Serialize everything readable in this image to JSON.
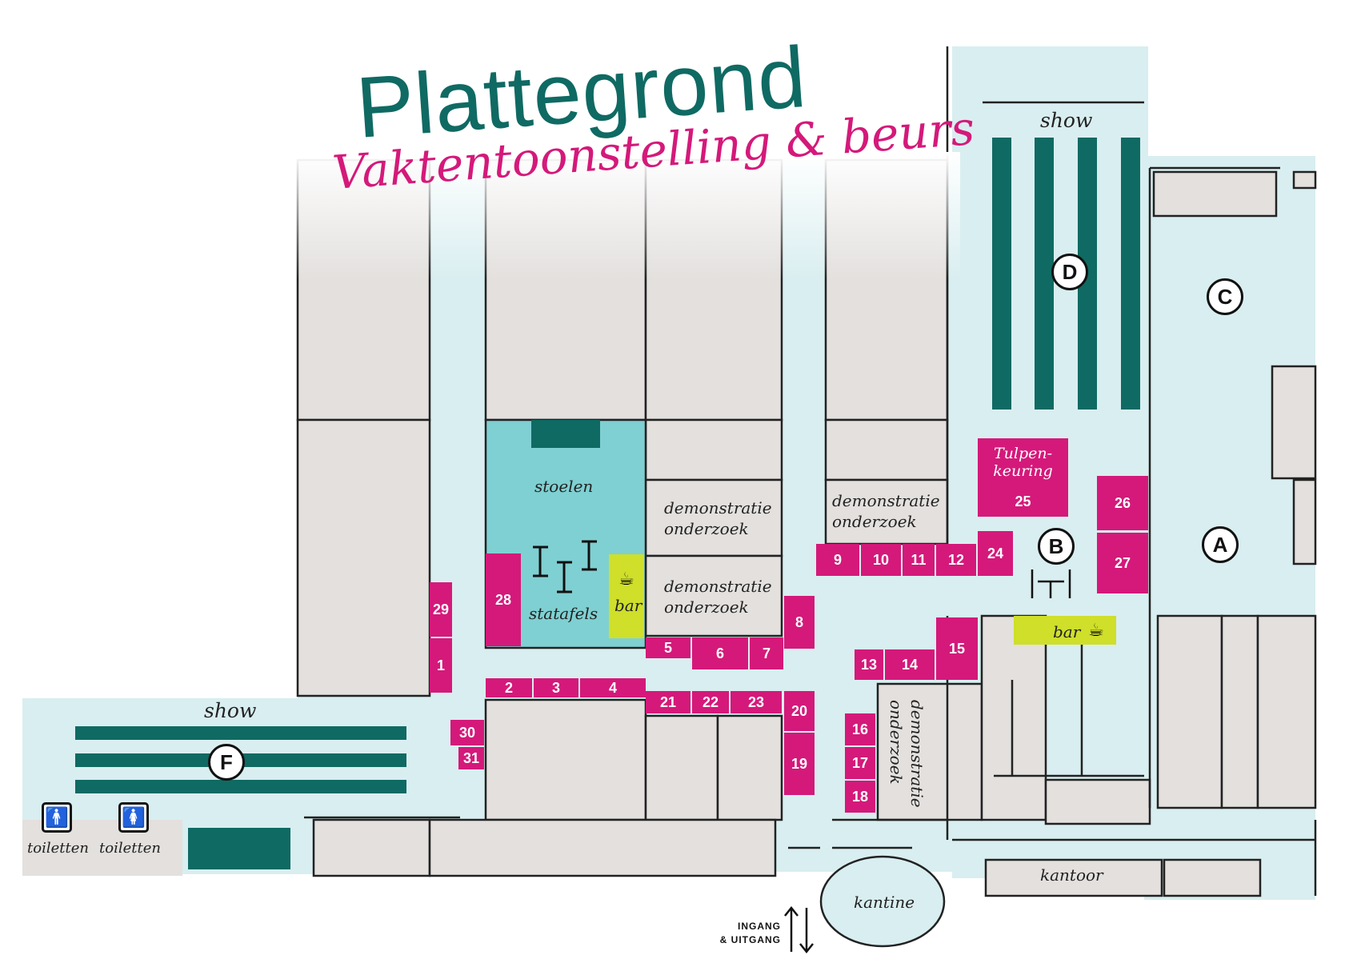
{
  "title": "Plattegrond",
  "subtitle": "Vaktentoonstelling & beurs",
  "zones": [
    "A",
    "B",
    "C",
    "D",
    "F"
  ],
  "areas": {
    "show_top": "show",
    "show_left": "show",
    "stoelen": "stoelen",
    "statafels": "statafels",
    "bar_left": "bar",
    "bar_right": "bar",
    "tulpenkeuring_line1": "Tulpen-",
    "tulpenkeuring_line2": "keuring",
    "demo_line1": "demonstratie",
    "demo_line2": "onderzoek",
    "toiletten_1": "toiletten",
    "toiletten_2": "toiletten",
    "kantoor": "kantoor",
    "kantine": "kantine",
    "entrance_line1": "INGANG",
    "entrance_line2": "& UITGANG"
  },
  "booths": [
    "1",
    "2",
    "3",
    "4",
    "5",
    "6",
    "7",
    "8",
    "9",
    "10",
    "11",
    "12",
    "13",
    "14",
    "15",
    "16",
    "17",
    "18",
    "19",
    "20",
    "21",
    "22",
    "23",
    "24",
    "25",
    "26",
    "27",
    "28",
    "29",
    "30",
    "31"
  ],
  "colors": {
    "floor": "#d9eef0",
    "room": "#e3e0de",
    "wall": "#222222",
    "booth": "#d4197a",
    "accent_teal": "#0f6a63",
    "seating": "#7fd0d2",
    "bar": "#cfdf2a",
    "title": "#0f6a63",
    "subtitle": "#d4197a"
  }
}
